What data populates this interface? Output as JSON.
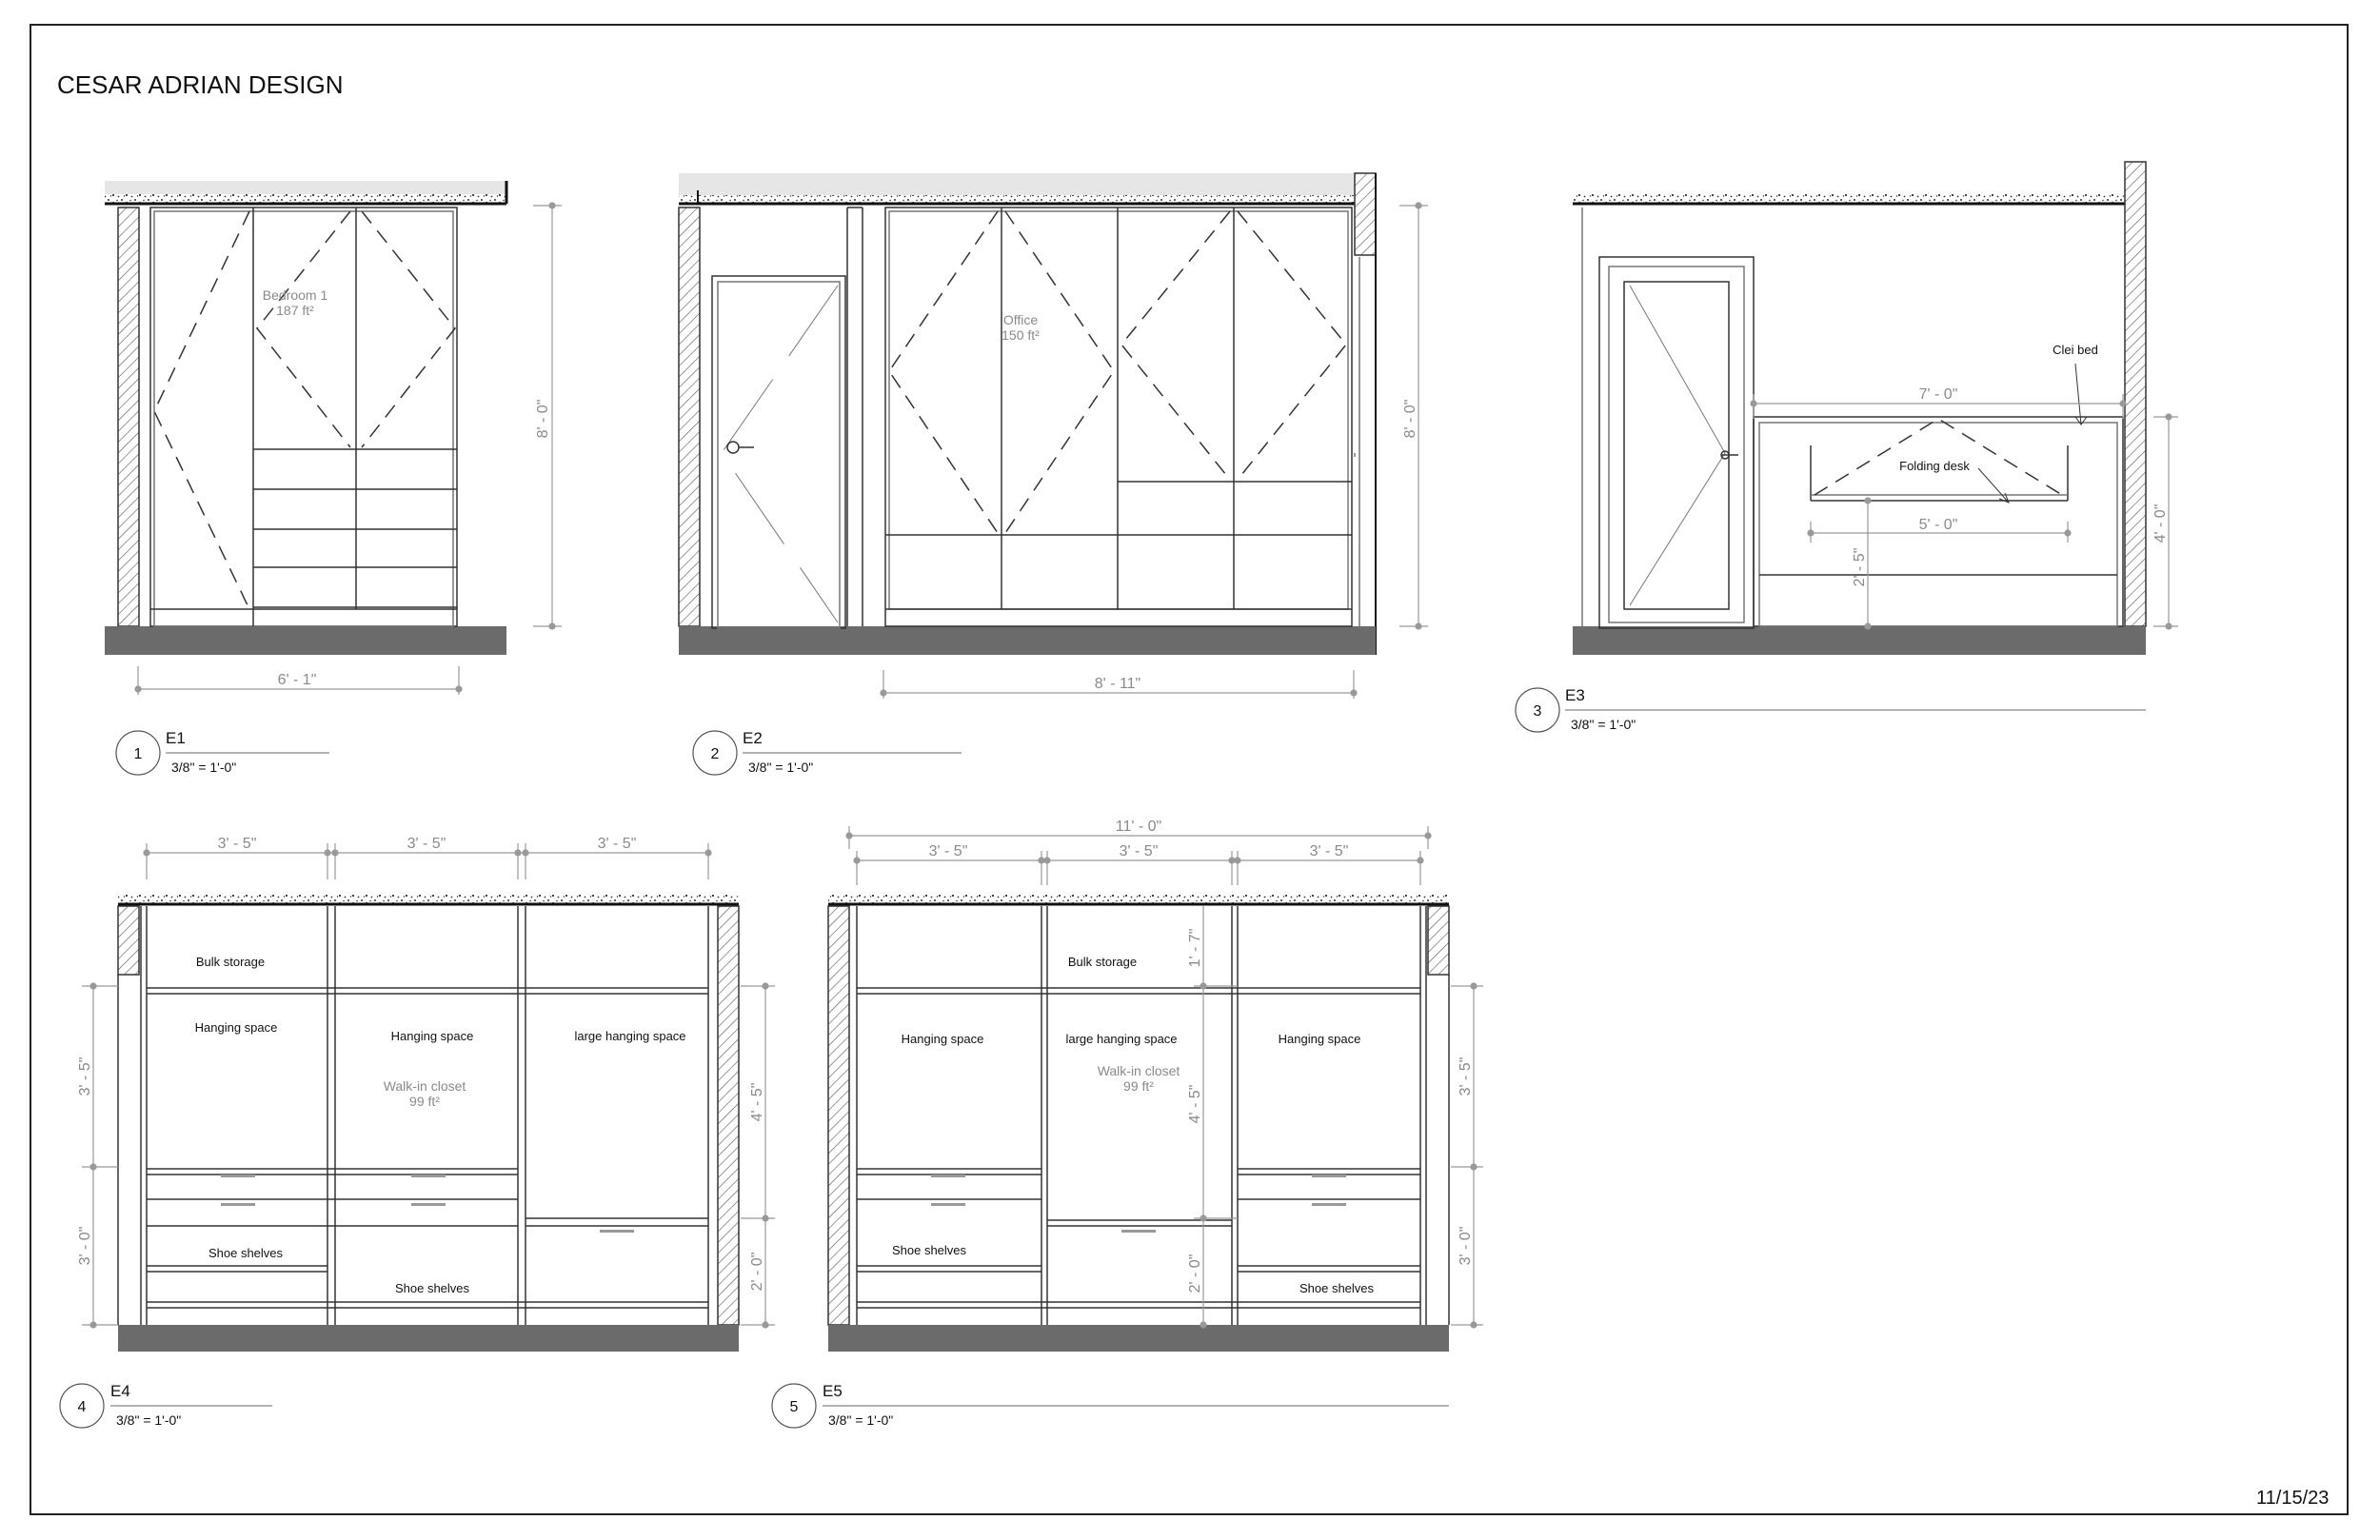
{
  "sheet": {
    "company": "CESAR ADRIAN DESIGN",
    "date": "11/15/23"
  },
  "views": [
    {
      "number": "1",
      "name": "E1",
      "scale": "3/8\" = 1'-0\""
    },
    {
      "number": "2",
      "name": "E2",
      "scale": "3/8\" = 1'-0\""
    },
    {
      "number": "3",
      "name": "E3",
      "scale": "3/8\" = 1'-0\""
    },
    {
      "number": "4",
      "name": "E4",
      "scale": "3/8\" = 1'-0\""
    },
    {
      "number": "5",
      "name": "E5",
      "scale": "3/8\" = 1'-0\""
    }
  ],
  "e1": {
    "room_name": "Bedroom 1",
    "room_area": "187 ft²",
    "dim_height": "8' - 0\"",
    "dim_width": "6' - 1\""
  },
  "e2": {
    "room_name": "Office",
    "room_area": "150 ft²",
    "dim_height": "8' - 0\"",
    "dim_width": "8' - 11\""
  },
  "e3": {
    "tag_bed": "Clei bed",
    "tag_desk": "Folding desk",
    "dim_bed_width": "7' - 0\"",
    "dim_desk_width": "5' - 0\"",
    "dim_desk_height": "2' - 5\"",
    "dim_bed_height": "4' - 0\""
  },
  "e4": {
    "dim_bay1": "3' - 5\"",
    "dim_bay2": "3' - 5\"",
    "dim_bay3": "3' - 5\"",
    "dim_left_upper": "3' - 5\"",
    "dim_left_lower": "3' - 0\"",
    "dim_right_upper": "4' - 5\"",
    "dim_right_lower": "2' - 0\"",
    "bulk_storage": "Bulk storage",
    "hanging_1": "Hanging space",
    "hanging_2": "Hanging space",
    "hanging_3": "large hanging space",
    "room_name": "Walk-in closet",
    "room_area": "99 ft²",
    "shoe_1": "Shoe shelves",
    "shoe_2": "Shoe shelves"
  },
  "e5": {
    "dim_total": "11' - 0\"",
    "dim_bay1": "3' - 5\"",
    "dim_bay2": "3' - 5\"",
    "dim_bay3": "3' - 5\"",
    "dim_mid_top": "1' - 7\"",
    "dim_mid_mid": "4' - 5\"",
    "dim_mid_low": "2' - 0\"",
    "dim_right_upper": "3' - 5\"",
    "dim_right_lower": "3' - 0\"",
    "bulk_storage": "Bulk storage",
    "hanging_1": "Hanging space",
    "hanging_2": "large hanging space",
    "hanging_3": "Hanging space",
    "room_name": "Walk-in closet",
    "room_area": "99 ft²",
    "shoe_1": "Shoe shelves",
    "shoe_2": "Shoe shelves"
  }
}
